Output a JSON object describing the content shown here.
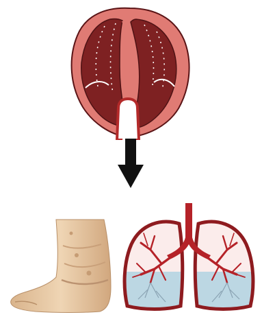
{
  "figure": {
    "elements": [
      {
        "name": "heart",
        "icon": "heart-icon"
      },
      {
        "name": "down-arrow",
        "icon": "arrow-down-icon"
      },
      {
        "name": "swollen-leg",
        "icon": "leg-edema-icon"
      },
      {
        "name": "lungs",
        "icon": "lungs-icon"
      }
    ]
  },
  "colors": {
    "heart_outer": "#e07b74",
    "heart_inner": "#7e2122",
    "heart_stroke": "#5a1416",
    "arrow": "#111111",
    "skin": "#e6c7a2",
    "skin_shade": "#c9a07a",
    "lung_outline": "#8e1b1f",
    "lung_fill": "#fbeceb",
    "lung_fluid": "#bcd7e3",
    "vessels": "#b52228"
  }
}
